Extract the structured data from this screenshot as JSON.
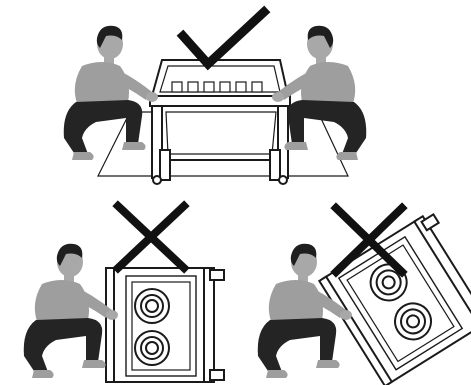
{
  "diagram": {
    "panels": [
      {
        "id": "correct-lift",
        "verdict": "check"
      },
      {
        "id": "incorrect-lift-on-side",
        "verdict": "cross"
      },
      {
        "id": "incorrect-lift-tilted",
        "verdict": "cross"
      }
    ],
    "colors": {
      "person_shirt": "#9e9e9e",
      "person_skin": "#a8a8a8",
      "person_hair": "#1f1f1f",
      "person_pants": "#242424",
      "appliance_line": "#1a1a1a",
      "mark": "#111111"
    }
  }
}
